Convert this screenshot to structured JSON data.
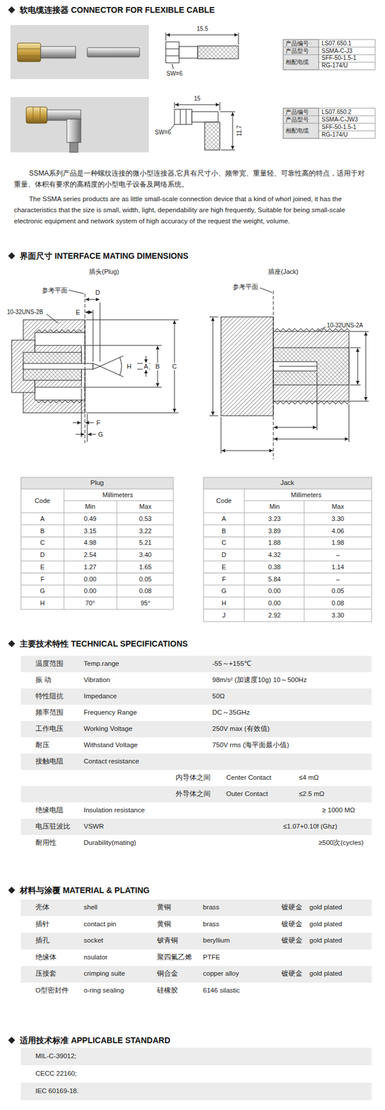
{
  "diagram": {
    "title": "软电缆连接器 CONNECTOR FOR FLEXIBLE CABLE",
    "labels": [
      "产品编号",
      "LS07.650.1",
      "产品型号",
      "SSMA-C-J3",
      "相配电缆",
      "SFF-50-1.5-1",
      "RG-174/U",
      "15.5",
      "SW=6",
      "产品编号",
      "LS07.650.2",
      "产品型号",
      "SSMA-C-JW3",
      "相配电缆",
      "SFF-50-1.5-1",
      "RG-174/U",
      "15",
      "SW=6",
      "11.7",
      "SSMA系列产品是一种螺纹连接的微小型连接器,它具有尺寸小、频带宽、重量轻、可靠性高的特点，适用于对重量、体积有要求的高精度的小型电子设备及网络系统。",
      "The SSMA series products are as little small-scale connection device that a kind of whorl joined, it has the characteristics that the size is small, width, light, dependability are high frequently, Suitable for being small-scale electronic equipment and network system of high accuracy of the request the weight, volume.",
      "界面尺寸 INTERFACE MATING DIMENSIONS",
      "插头(Plug)",
      "参考平面",
      "D",
      "E",
      "10-32UNS-2B",
      "H",
      "A",
      "B",
      "C",
      "F",
      "G",
      "插座(Jack)",
      "参考平面",
      "10-32UNS-2A",
      "Plug",
      "Code",
      "Millimeters",
      "Min",
      "Max",
      "A",
      "0.49",
      "0.53",
      "B",
      "3.15",
      "3.22",
      "C",
      "4.98",
      "5.21",
      "D",
      "2.54",
      "3.40",
      "E",
      "1.27",
      "1.65",
      "F",
      "0.00",
      "0.05",
      "G",
      "0.00",
      "0.08",
      "H",
      "70°",
      "95°",
      "Jack",
      "Code",
      "Millimeters",
      "Min",
      "Max",
      "A",
      "3.23",
      "3.30",
      "B",
      "3.89",
      "4.06",
      "C",
      "1.88",
      "1.98",
      "D",
      "4.32",
      "–",
      "E",
      "0.38",
      "1.14",
      "F",
      "5.84",
      "–",
      "G",
      "0.00",
      "0.05",
      "H",
      "0.00",
      "0.08",
      "J",
      "2.92",
      "3.30",
      "主要技术特性 TECHNICAL SPECIFICATIONS",
      "温度范围",
      "Temp.range",
      "-55～+155℃",
      "振 动",
      "Vibration",
      "98m/s² (加速度10g) 10～500Hz",
      "特性阻抗",
      "Impedance",
      "50Ω",
      "频率范围",
      "Frequency Range",
      "DC～35GHz",
      "工作电压",
      "Working Voltage",
      "250V max (有效值)",
      "耐压",
      "Withstand Voltage",
      "750V rms (海平面最小值)",
      "接触电阻",
      "Contact resistance",
      "内导体之间",
      "Center Contact",
      "≤4 mΩ",
      "外导体之间",
      "Outer Contact",
      "≤2.5 mΩ",
      "绝缘电阻",
      "Insulation resistance",
      "≥ 1000 MΩ",
      "电压驻波比",
      "VSWR",
      "≤1.07+0.10f (Ghz)",
      "耐用性",
      "Durability(mating)",
      "≥500次(cycles)",
      "材料与涂覆 MATERIAL & PLATING",
      "壳体",
      "shell",
      "黄铜",
      "brass",
      "镀硬金",
      "gold plated",
      "插针",
      "contact pin",
      "黄铜",
      "brass",
      "镀硬金",
      "gold plated",
      "插孔",
      "socket",
      "铍青铜",
      "beryllium",
      "镀硬金",
      "gold plated",
      "绝缘体",
      "nsulator",
      "聚四氟乙烯",
      "PTFE",
      "压接套",
      "crimping suite",
      "铜合金",
      "copper alloy",
      "镀硬金",
      "gold plated",
      "O型密封件",
      "o-ring sealing",
      "硅橡胶",
      "6146 silastic",
      "适用技术标准 APPLICABLE STANDARD",
      "MIL-C-39012;",
      "CECC 22160;",
      "IEC 60169-18."
    ]
  }
}
